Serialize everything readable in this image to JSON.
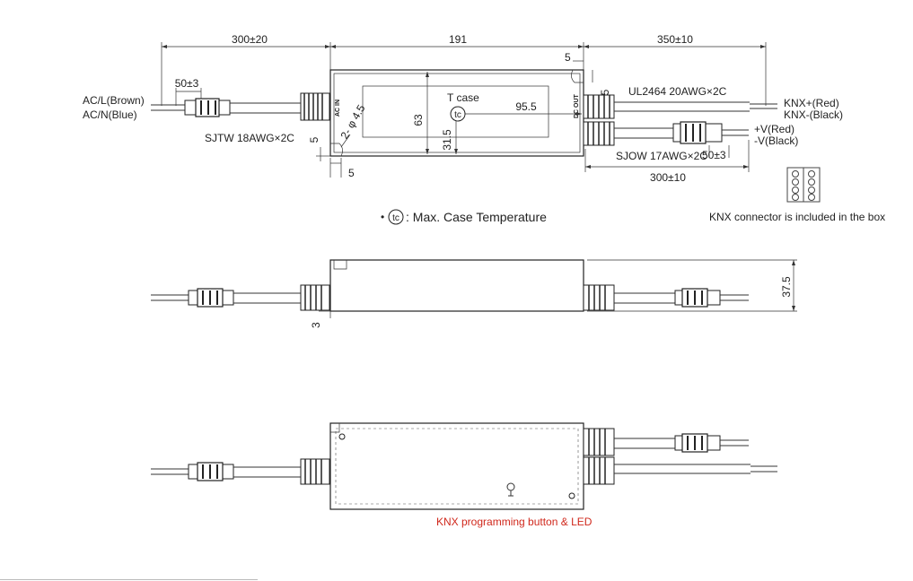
{
  "top_view": {
    "dim_input_cable": "300±20",
    "dim_body_length": "191",
    "dim_output_cable": "350±10",
    "dim_strip_input": "50±3",
    "label_ac_l": "AC/L(Brown)",
    "label_ac_n": "AC/N(Blue)",
    "label_input_cable": "SJTW 18AWG×2C",
    "label_ac_in": "AC IN",
    "label_dc_out": "DC OUT",
    "label_hole": "2- φ 4.5",
    "label_tcase": "T case",
    "label_tc": "tc",
    "dim_tc_x": "95.5",
    "dim_height": "63",
    "dim_tc_y": "31.5",
    "dim_left_5_v": "5",
    "dim_left_5_h": "5",
    "dim_right_5_h": "5",
    "dim_right_5_v": "5",
    "label_knx_cable": "UL2464 20AWG×2C",
    "label_knx_plus": "KNX+(Red)",
    "label_knx_minus": "KNX-(Black)",
    "label_v_plus": "+V(Red)",
    "label_v_minus": "-V(Black)",
    "label_output_cable": "SJOW 17AWG×2C",
    "dim_strip_output": "50±3",
    "dim_output_cable2": "300±10"
  },
  "legend": {
    "bullet": "•",
    "tc_symbol": "tc",
    "text": ": Max. Case Temperature",
    "knx_note": "KNX connector is included in the box"
  },
  "side_view": {
    "dim_thickness": "37.5",
    "dim_flange": "3"
  },
  "bottom_view": {
    "knx_button_label": "KNX programming button & LED"
  },
  "colors": {
    "line": "#222222",
    "accent_red": "#d0281c"
  }
}
